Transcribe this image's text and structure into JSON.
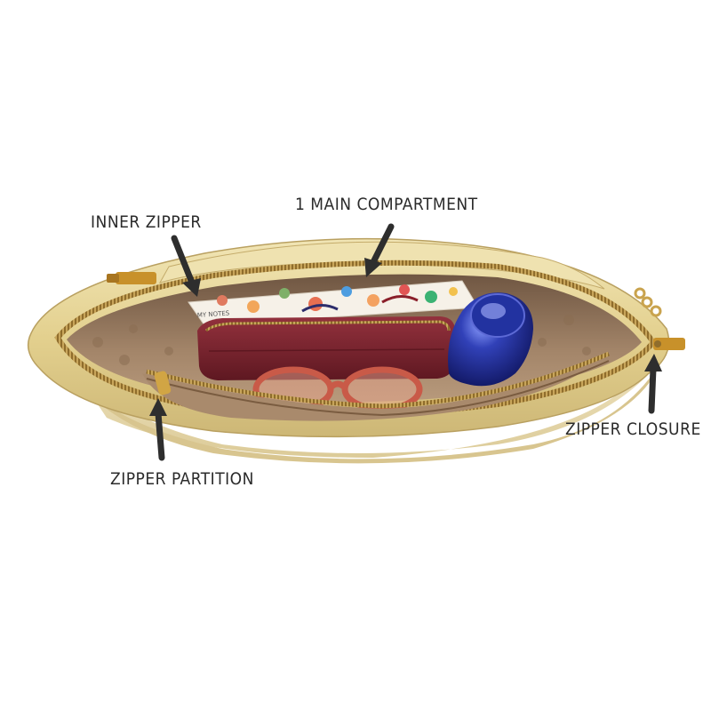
{
  "callouts": {
    "inner_zipper": "INNER ZIPPER",
    "main_compartment": "1 MAIN COMPARTMENT",
    "zipper_partition": "ZIPPER PARTITION",
    "zipper_closure": "ZIPPER CLOSURE"
  },
  "notebook_text": "MY NOTES",
  "colors": {
    "background": "#ffffff",
    "bag_gold": "#e6d59a",
    "lining_brown": "#9b7d61",
    "wallet_maroon": "#7c2430",
    "bottle_navy": "#1f2a8a",
    "arrow": "#2e2e2e"
  }
}
